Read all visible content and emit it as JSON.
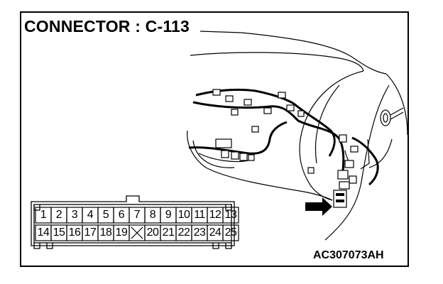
{
  "title": "CONNECTOR : C-113",
  "figure_code": "AC307073AH",
  "connector": {
    "row1_pins": [
      "1",
      "2",
      "3",
      "4",
      "5",
      "6",
      "7",
      "8",
      "9",
      "10",
      "11",
      "12",
      "13"
    ],
    "row2_pins": [
      "14",
      "15",
      "16",
      "17",
      "18",
      "19",
      "",
      "20",
      "21",
      "22",
      "23",
      "24",
      "25"
    ],
    "empty_pin_marker": "cross"
  },
  "icons": {
    "pointer": "arrow-right-icon"
  }
}
